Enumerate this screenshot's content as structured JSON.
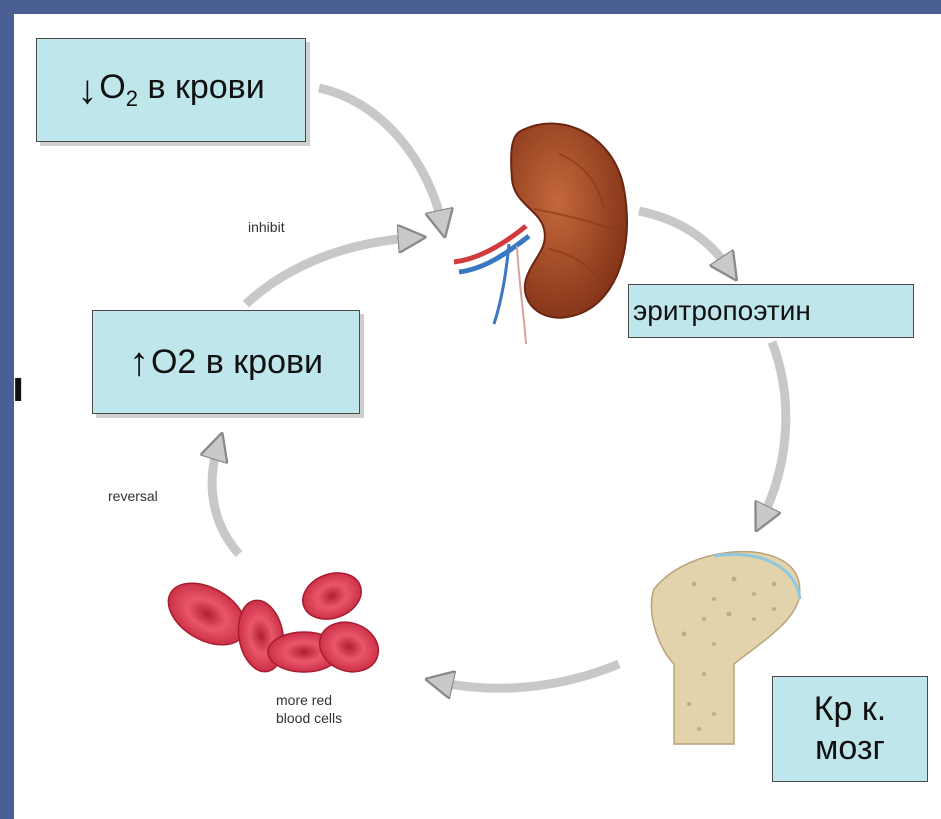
{
  "boxes": {
    "o2_low": {
      "arrow": "↓",
      "label_prefix": "O",
      "subscript": "2",
      "label_suffix": " в крови"
    },
    "o2_high": {
      "arrow": "↑",
      "label": "O2 в крови"
    },
    "epo": {
      "label": "эритропоэтин"
    },
    "marrow": {
      "line1": "Кр к.",
      "line2": "мозг"
    }
  },
  "captions": {
    "inhibit": "inhibit",
    "reversal": "reversal",
    "rbc_line1": "more red",
    "rbc_line2": "blood cells"
  },
  "side_mark": "ı",
  "icons": [
    "kidney-icon",
    "bone-icon",
    "red-blood-cells-icon",
    "curved-arrow-icon"
  ],
  "colors": {
    "frame": "#4a5f93",
    "box_fill": "#bfe6ea",
    "kidney": "#a84a24",
    "bone": "#e3d3ad",
    "rbc": "#d8354a",
    "arrow": "#c8c8c8"
  }
}
